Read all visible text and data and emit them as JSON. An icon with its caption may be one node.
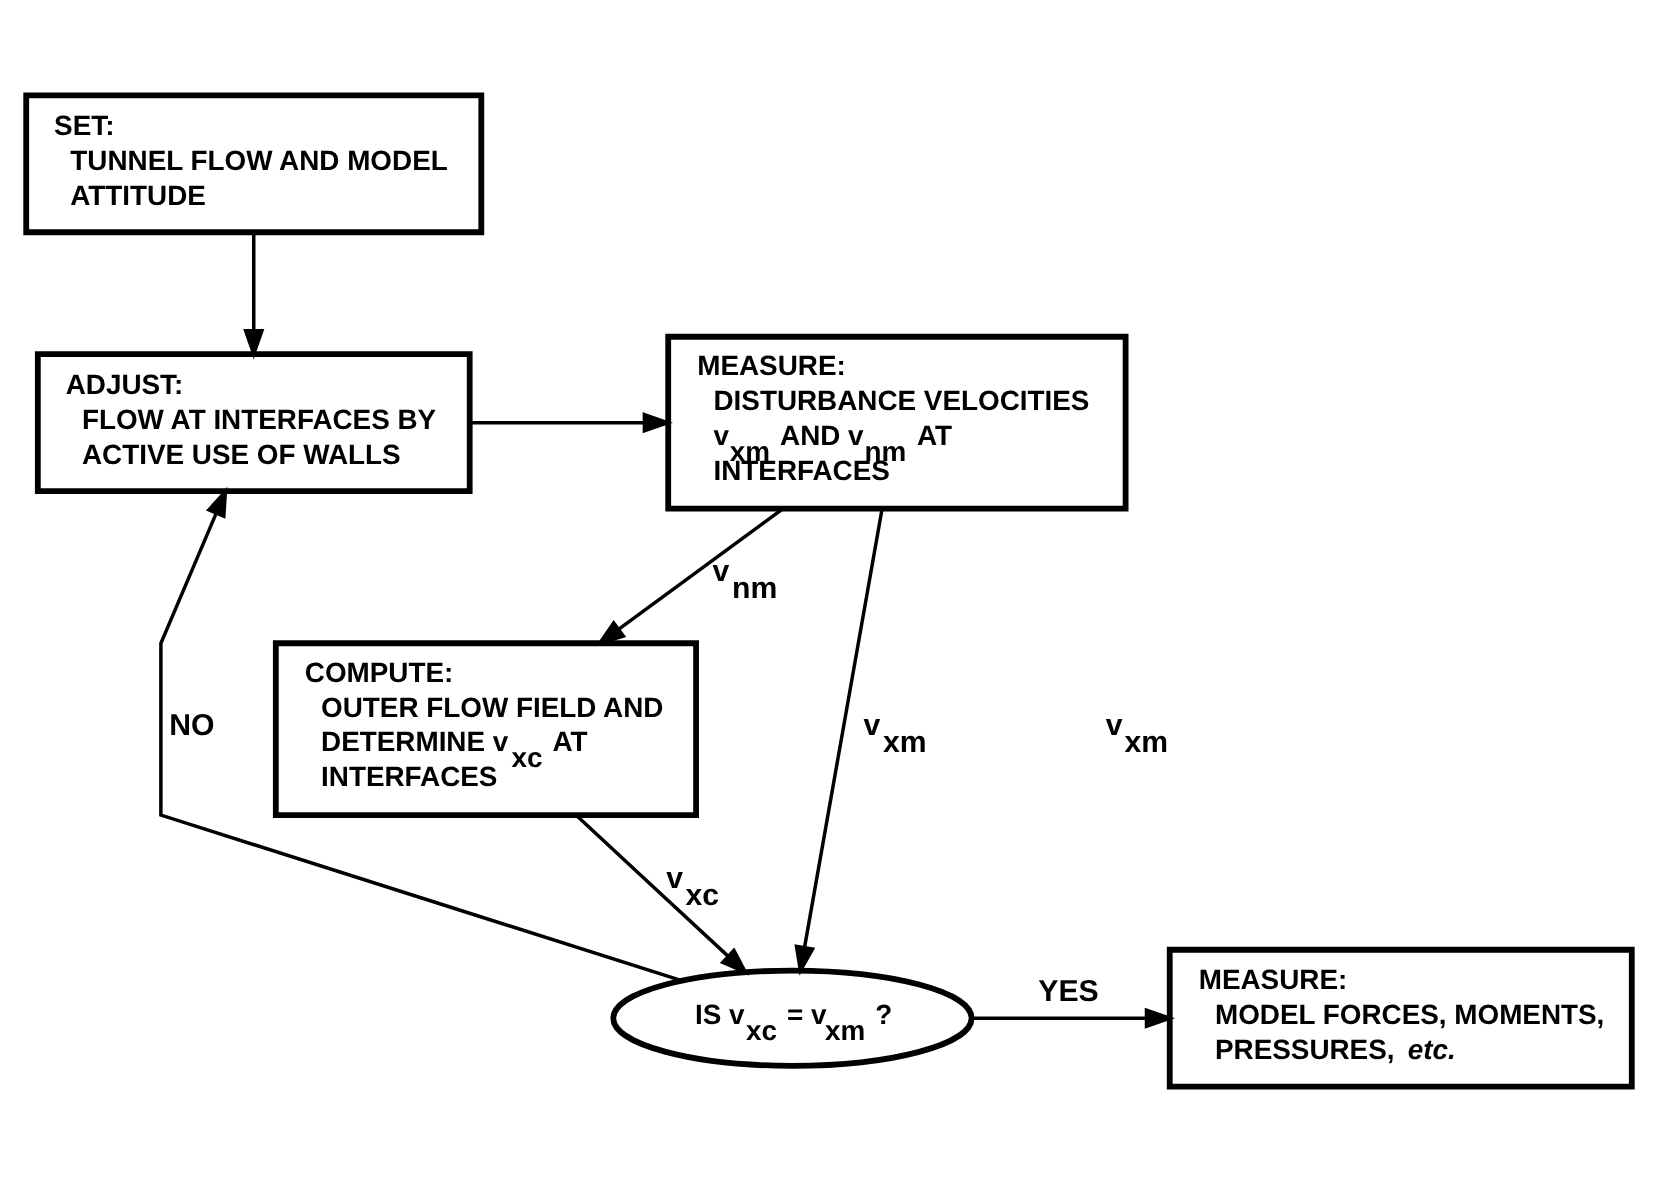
{
  "diagram": {
    "nodes": [
      {
        "text": [
          "SET:",
          "TUNNEL FLOW AND MODEL ATTITUDE"
        ]
      },
      {
        "text": [
          "ADJUST:",
          "FLOW AT INTERFACES BY ACTIVE USE OF WALLS"
        ]
      },
      {
        "text": [
          "MEASURE:",
          "DISTURBANCE VELOCITIES v$_{xm}$ AND v$_{nm}$ AT INTERFACES"
        ]
      },
      {
        "text": [
          "COMPUTE:",
          "OUTER FLOW FIELD AND DETERMINE v$_{xc}$ AT INTERFACES"
        ]
      },
      {
        "text": [
          "IS v$_{xc}$ = v$_{xm}$ ?"
        ]
      },
      {
        "text": [
          "MEASURE:",
          "MODEL FORCES, MOMENTS, PRESSURES, *etc.*"
        ]
      }
    ],
    "edges": [
      {
        "from": 0,
        "to": 1,
        "arrow": "to"
      },
      {
        "from": 1,
        "to": 2,
        "arrow": "to"
      },
      {
        "from": 2,
        "to": 4,
        "label": "v$_{xm}$",
        "arrow": "to"
      },
      {
        "from": 2,
        "to": 3,
        "label": "v$_{nm}$",
        "arrow": "to"
      },
      {
        "from": 3,
        "to": 4,
        "label": "v$_{xc}$",
        "arrow": "to"
      },
      {
        "from": 4,
        "to": 1,
        "label": "NO",
        "arrow": "to"
      },
      {
        "from": 4,
        "to": 5,
        "label": "YES",
        "arrow": "to"
      }
    ],
    "labels": [
      "v$_{xm}$"
    ]
  }
}
